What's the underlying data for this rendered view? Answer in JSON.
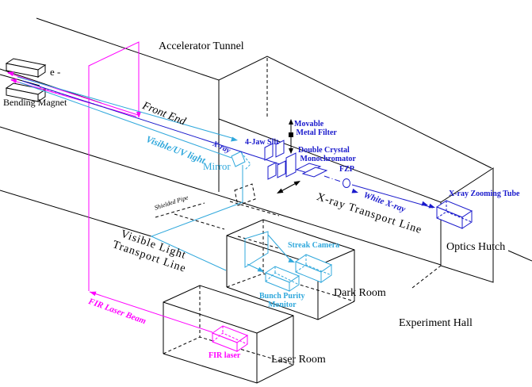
{
  "colors": {
    "line_black": "#000000",
    "xray_blue": "#1a1acc",
    "visible_light_cyan": "#30a8dc",
    "laser_magenta": "#ff00ff",
    "background": "#ffffff"
  },
  "labels": {
    "accelerator_tunnel": "Accelerator Tunnel",
    "bending_magnet": "Bending Magnet",
    "electron_beam": "e -",
    "front_end": "Front End",
    "visible_uv_light": "Visible/UV light",
    "x_ray": "X-ray",
    "mirror": "Mirror",
    "four_jaw_slit": "4-Jaw Slit",
    "movable_metal_filter": "Movable\n Metal Filter",
    "double_crystal_monochromator": "Double Crystal\n Monochromator",
    "fzp": "FZP",
    "white_x_ray": "White X-ray",
    "x_ray_transport_line": "X-ray Transport Line",
    "x_ray_zooming_tube": "X-ray Zooming Tube",
    "optics_hutch": "Optics Hutch",
    "shielded_pipe": "Shielded Pipe",
    "visible_light_transport_line": "Visible Light\nTransport Line",
    "streak_camera": "Streak Camera",
    "bunch_purity_monitor": "Bunch Purity\nMonitor",
    "dark_room": "Dark Room",
    "experiment_hall": "Experiment Hall",
    "fir_laser_beam": "FIR Laser Beam",
    "fir_laser": "FIR laser",
    "laser_room": "Laser Room"
  }
}
